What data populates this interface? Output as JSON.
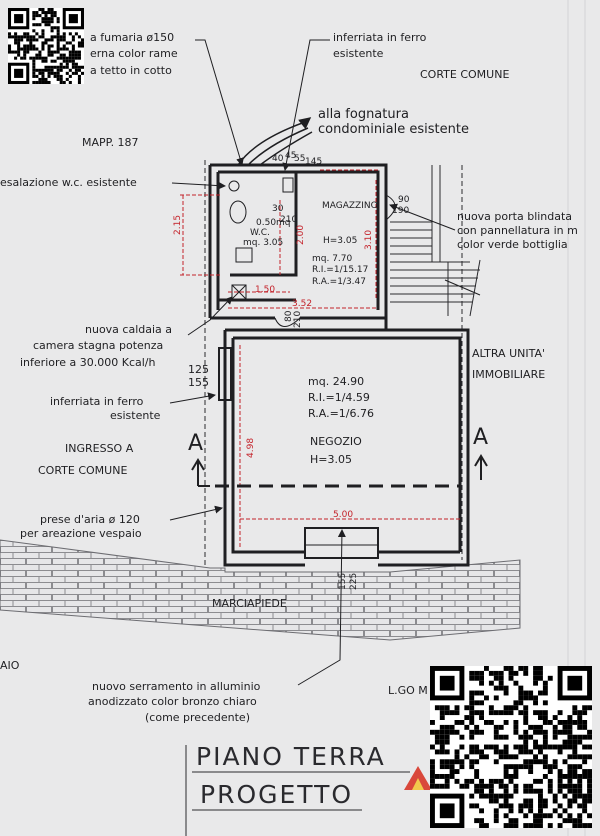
{
  "notes": {
    "canna_fumaria_1": "a fumaria ø150",
    "canna_fumaria_2": "erna color rame",
    "canna_fumaria_3": "a tetto in cotto",
    "inferriata_top_1": "inferriata in ferro",
    "inferriata_top_2": "esistente",
    "corte_comune_top": "CORTE COMUNE",
    "fognatura_1": "alla fognatura",
    "fognatura_2": "condominiale esistente",
    "mapp": "MAPP. 187",
    "esalazione": "esalazione w.c. esistente",
    "porta_1": "nuova porta blindata",
    "porta_2": "con pannellatura in m",
    "porta_3": "color verde bottiglia",
    "caldaia_1": "nuova caldaia a",
    "caldaia_2": "camera stagna potenza",
    "caldaia_3": "inferiore a 30.000 Kcal/h",
    "altra_1": "ALTRA UNITA'",
    "altra_2": "IMMOBILIARE",
    "inferriata_left_1": "inferriata in ferro",
    "inferriata_left_2": "esistente",
    "ingresso_1": "INGRESSO A",
    "ingresso_2": "CORTE COMUNE",
    "prese_1": "prese d'aria ø 120",
    "prese_2": "per areazione vespaio",
    "marciapiede": "MARCIAPIEDE",
    "aio": "AIO",
    "serramento_1": "nuovo serramento in alluminio",
    "serramento_2": "anodizzato color bronzo chiaro",
    "serramento_3": "(come precedente)",
    "lgo": "L.GO M"
  },
  "wc": {
    "label_1": "W.C.",
    "area": "mq. 3.05",
    "vent": "0.50mq"
  },
  "magazzino": {
    "name": "MAGAZZINO",
    "height": "H=3.05",
    "area": "mq. 7.70",
    "ri": "R.I.=1/15.17",
    "ra": "R.A.=1/3.47"
  },
  "negozio": {
    "area": "mq. 24.90",
    "ri": "R.I.=1/4.59",
    "ra": "R.A.=1/6.76",
    "name": "NEGOZIO",
    "height": "H=3.05"
  },
  "dims": {
    "d40": "40",
    "d45": "45",
    "d55": "55",
    "d145": "145",
    "d30": "30",
    "d210a": "210",
    "d2_15": "2.15",
    "d2_00": "2.00",
    "d3_10": "3.10",
    "d90": "90",
    "d190": "190",
    "d1_50": "1.50",
    "d3_52": "3.52",
    "d80": "80",
    "d210b": "210",
    "d125": "125",
    "d155a": "155",
    "d4_98": "4.98",
    "d5_00": "5.00",
    "d155b": "155",
    "d225": "225"
  },
  "section": {
    "left": "A",
    "right": "A"
  },
  "title": {
    "line_1": "PIANO TERRA",
    "line_2": "PROGETTO"
  },
  "colors": {
    "ink": "#1f1f22",
    "dimension": "#c4222a",
    "paper": "#e9e9ea"
  }
}
